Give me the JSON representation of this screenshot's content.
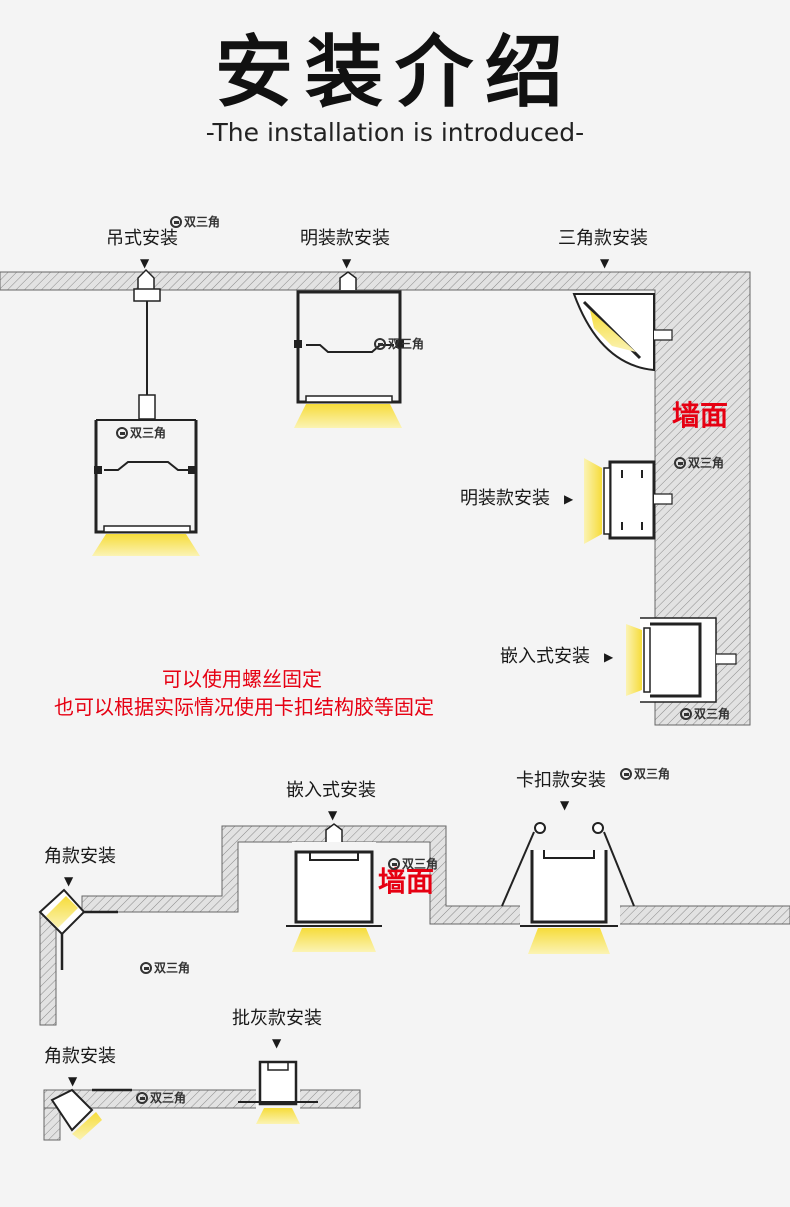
{
  "header": {
    "title": "安装介绍",
    "subtitle": "-The installation is introduced-"
  },
  "labels": {
    "pendant": "吊式安装",
    "surface_top": "明装款安装",
    "triangle": "三角款安装",
    "surface_wall": "明装款安装",
    "embedded_wall": "嵌入式安装",
    "embedded_ceiling": "嵌入式安装",
    "clip": "卡扣款安装",
    "corner_1": "角款安装",
    "corner_2": "角款安装",
    "plaster": "批灰款安装",
    "wall_1": "墙面",
    "wall_2": "墙面"
  },
  "notes": {
    "line_1": "可以使用螺丝固定",
    "line_2": "也可以根据实际情况使用卡扣结构胶等固定"
  },
  "brand": {
    "logo_text": "双三角"
  },
  "arrows": {
    "down": "▼",
    "right": "▶"
  },
  "colors": {
    "light": "#f8e45c",
    "wall_hatch": "#8a8a8a",
    "accent_red": "#e60012"
  }
}
